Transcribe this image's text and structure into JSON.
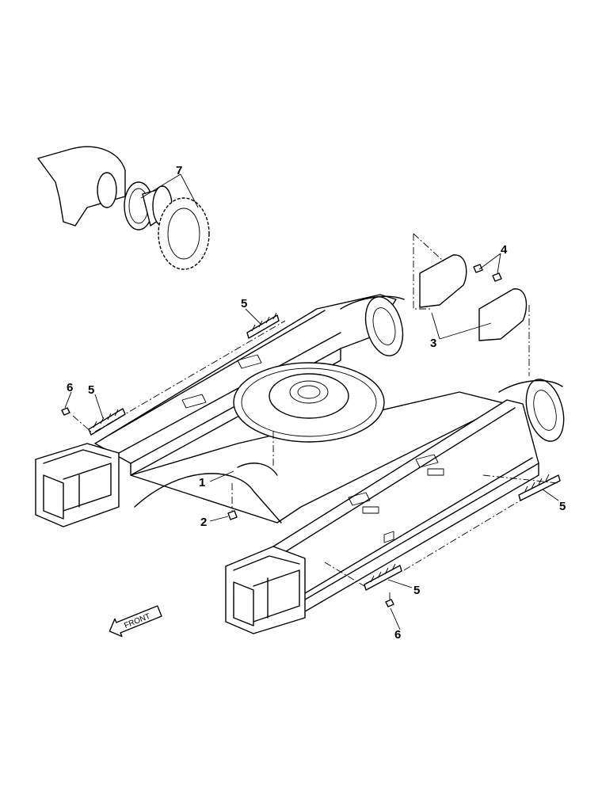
{
  "callouts": {
    "c1": "1",
    "c2": "2",
    "c3": "3",
    "c4": "4",
    "c5a": "5",
    "c5b": "5",
    "c5c": "5",
    "c5d": "5",
    "c6a": "6",
    "c6b": "6",
    "c7": "7"
  },
  "direction_arrow": {
    "label": "FRONT"
  }
}
